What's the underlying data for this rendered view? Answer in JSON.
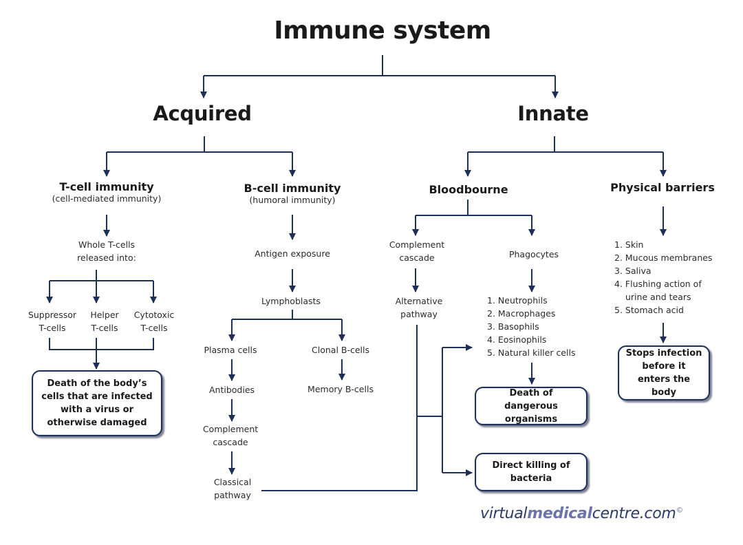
{
  "title": "Immune system",
  "colors": {
    "line": "#1c2f55",
    "box_border": "#1c2f55",
    "text": "#1a1a1a",
    "logo_dark": "#2b3a67",
    "logo_light": "#6c73a8"
  },
  "acquired": {
    "label": "Acquired",
    "tcell": {
      "title": "T-cell immunity",
      "subtitle": "(cell-mediated immunity)",
      "released": [
        "Whole T-cells",
        "released into:"
      ],
      "types": [
        {
          "line1": "Suppressor",
          "line2": "T-cells"
        },
        {
          "line1": "Helper",
          "line2": "T-cells"
        },
        {
          "line1": "Cytotoxic",
          "line2": "T-cells"
        }
      ],
      "outcome": "Death of the body’s cells that are infected with a virus or otherwise damaged"
    },
    "bcell": {
      "title": "B-cell immunity",
      "subtitle": "(humoral immunity)",
      "antigen": "Antigen exposure",
      "lymphoblasts": "Lymphoblasts",
      "plasma": "Plasma cells",
      "antibodies": "Antibodies",
      "complement": [
        "Complement",
        "cascade"
      ],
      "classical": [
        "Classical",
        "pathway"
      ],
      "clonal": "Clonal B-cells",
      "memory": "Memory B-cells"
    }
  },
  "innate": {
    "label": "Innate",
    "bloodbourne": {
      "title": "Bloodbourne",
      "complement": [
        "Complement",
        "cascade"
      ],
      "alternative": [
        "Alternative",
        "pathway"
      ],
      "phagocytes": "Phagocytes",
      "phagocyte_list": [
        "1. Neutrophils",
        "2. Macrophages",
        "3. Basophils",
        "4. Eosinophils",
        "5. Natural killer cells"
      ],
      "outcome_death": "Death of dangerous organisms",
      "outcome_direct": "Direct killing of bacteria"
    },
    "physical": {
      "title": "Physical barriers",
      "list": [
        "1. Skin",
        "2. Mucous membranes",
        "3. Saliva",
        "4. Flushing action of",
        "urine and tears",
        "5. Stomach acid"
      ],
      "outcome": "Stops infection before it enters the body"
    }
  },
  "logo": {
    "part1": "virtual",
    "part2": "medical",
    "part3": "centre.com",
    "copyright": "©"
  }
}
